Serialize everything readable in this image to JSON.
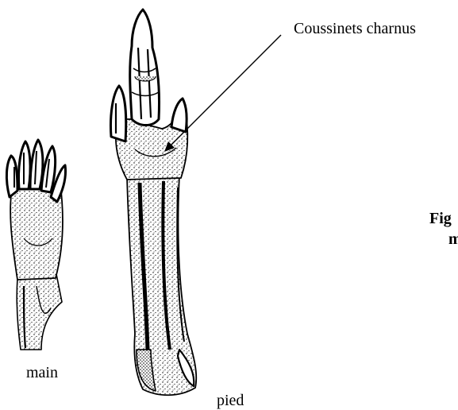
{
  "labels": {
    "callout": "Coussinets charnus",
    "hand": "main",
    "foot": "pied",
    "figure_caption_line1": "Fig",
    "figure_caption_line2": "m"
  },
  "colors": {
    "ink": "#000000",
    "background": "#ffffff"
  }
}
